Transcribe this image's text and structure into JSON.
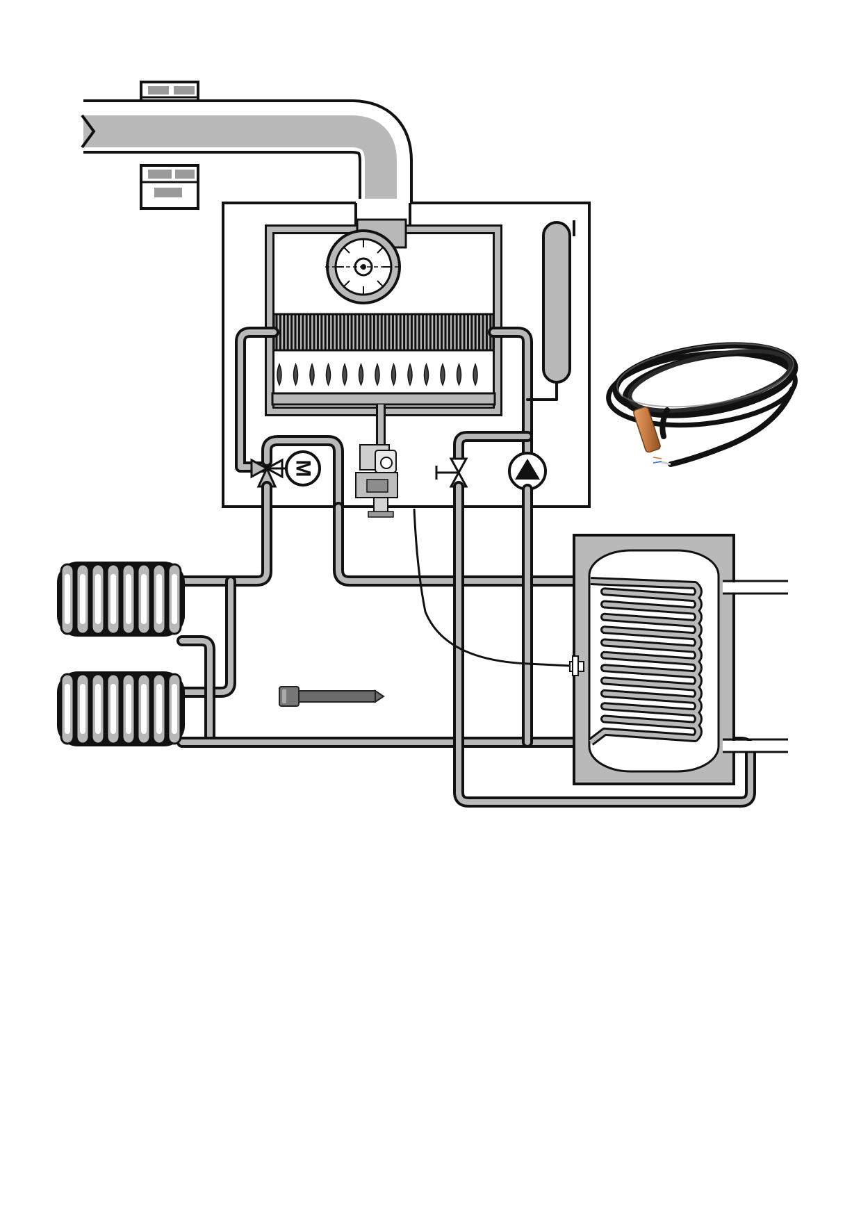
{
  "diagram": {
    "type": "boiler-heating-schematic",
    "components": [
      "flue-pipe",
      "wall-bricks",
      "combustion-fan",
      "heat-exchanger",
      "burner",
      "gas-valve",
      "expansion-vessel",
      "three-way-valve",
      "valve-motor",
      "shutoff-valve",
      "circulation-pump",
      "radiator-upper",
      "radiator-lower",
      "hot-water-cylinder",
      "cylinder-coil",
      "temperature-sensor",
      "sensor-probe",
      "sensor-cable-photo"
    ],
    "motor_label": "M",
    "colors": {
      "pipe_fill": "#b9b9b9",
      "outline": "#1a1a1a",
      "flame": "#555555",
      "probe_copper": "#c0804a",
      "cable": "#111111"
    }
  }
}
